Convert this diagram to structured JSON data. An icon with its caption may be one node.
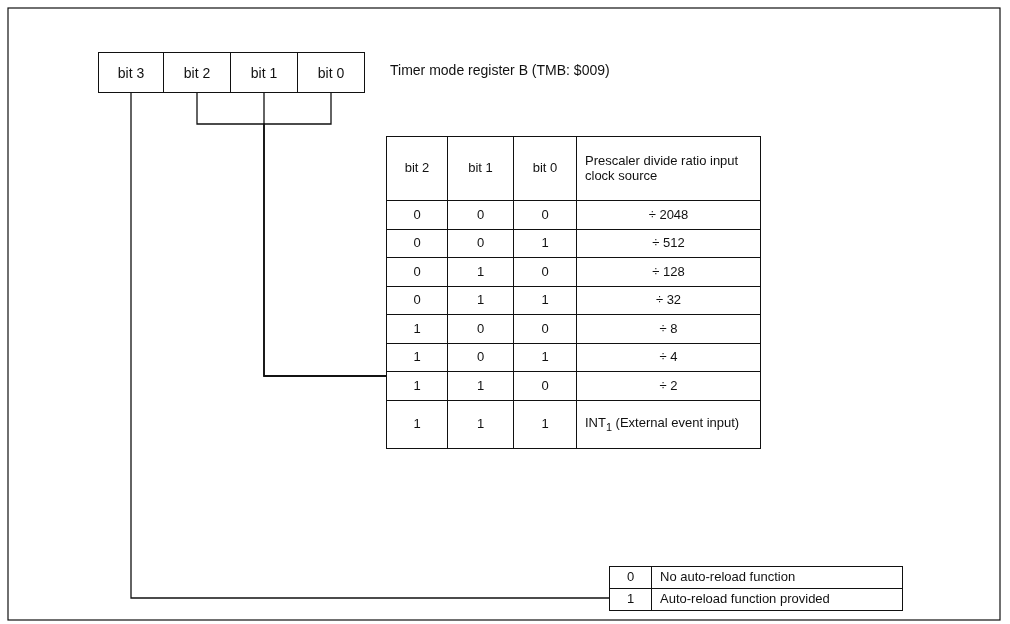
{
  "diagram": {
    "nodes": [
      {
        "text": [
          "bit 3"
        ]
      },
      {
        "text": [
          "bit 2"
        ]
      },
      {
        "text": [
          "bit 1"
        ]
      },
      {
        "text": [
          "bit 0"
        ]
      },
      {
        "text": [],
        "shape": "box"
      },
      {
        "text": [],
        "shape": "box"
      }
    ],
    "edges": [
      {
        "from": 0,
        "to": 5,
        "arrow": "none"
      },
      {
        "from": 1,
        "to": 4,
        "arrow": "none"
      },
      {
        "from": 2,
        "to": 4,
        "arrow": "none"
      },
      {
        "from": 3,
        "to": 4,
        "arrow": "none"
      }
    ],
    "labels": [
      "Timer mode register B (TMB: $009)",
      "bit 2",
      "bit 1",
      "bit 0",
      "Prescaler divide ratio input clock source",
      "0",
      "0",
      "0",
      "÷ 2048",
      "0",
      "0",
      "1",
      "÷ 512",
      "0",
      "1",
      "0",
      "÷ 128",
      "0",
      "1",
      "1",
      "÷ 32",
      "1",
      "0",
      "0",
      "÷ 8",
      "1",
      "0",
      "1",
      "÷ 4",
      "1",
      "1",
      "0",
      "÷ 2",
      "1",
      "1",
      "1",
      "INT$_{1}$ (External event input)",
      "0",
      "No auto-reload function",
      "1",
      "Auto-reload function provided"
    ]
  }
}
